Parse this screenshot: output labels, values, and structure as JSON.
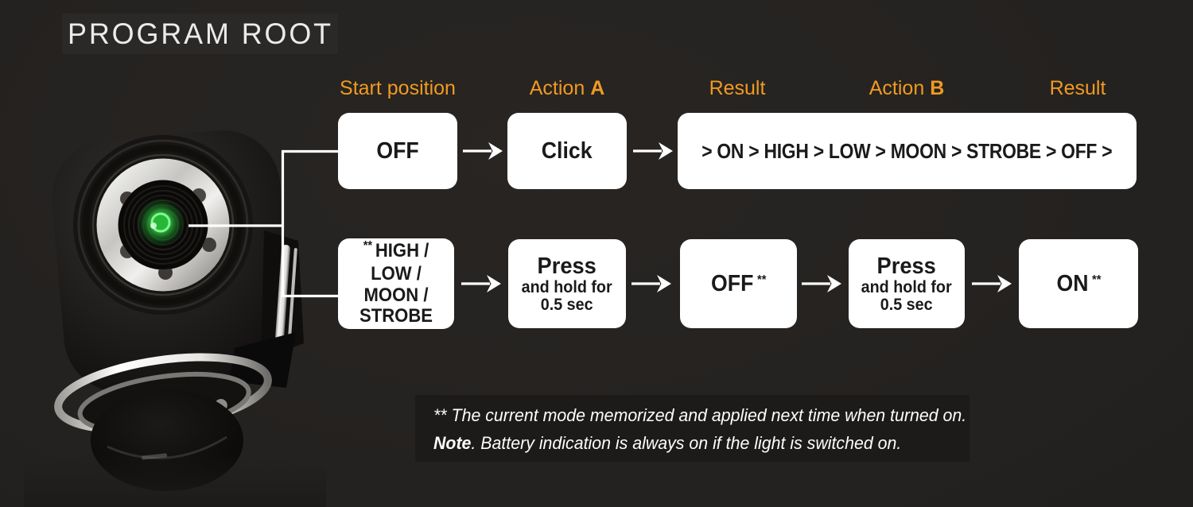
{
  "title": "PROGRAM ROOT",
  "columns": [
    {
      "text": "Start position",
      "bold": ""
    },
    {
      "text": "Action ",
      "bold": "A"
    },
    {
      "text": "Result",
      "bold": ""
    },
    {
      "text": "Action ",
      "bold": "B"
    },
    {
      "text": "Result",
      "bold": ""
    }
  ],
  "flow": {
    "row1": {
      "start": "OFF",
      "action_a": "Click",
      "result": "> ON > HIGH > LOW > MOON > STROBE > OFF >"
    },
    "row2": {
      "start": {
        "sup": "**",
        "lines": [
          "HIGH /",
          "LOW /",
          "MOON /",
          "STROBE"
        ]
      },
      "action_a": {
        "line1": "Press",
        "line2": "and hold for",
        "line3": "0.5 sec"
      },
      "result_a": {
        "label": "OFF",
        "sup": "**"
      },
      "action_b": {
        "line1": "Press",
        "line2": "and hold for",
        "line3": "0.5 sec"
      },
      "result_b": {
        "label": "ON",
        "sup": "**"
      }
    }
  },
  "footnote": {
    "line1": "** The current mode memorized and applied next time when turned on.",
    "note_label": "Note",
    "line2": ". Battery indication is always on if the light is switched on."
  },
  "icons": {
    "flow_arrow": "arrow-right",
    "device_photo": "headlamp-with-green-led"
  },
  "colors": {
    "background": "#242220",
    "accent_orange": "#F09A21",
    "box_background": "#FFFFFF",
    "box_text": "#1A1A1A",
    "title_text": "#ECEAEA",
    "title_plate": "#2B2927",
    "footnote_plate": "#1D1B19",
    "led_green": "#35D94A",
    "connector_white": "#FFFFFF"
  }
}
